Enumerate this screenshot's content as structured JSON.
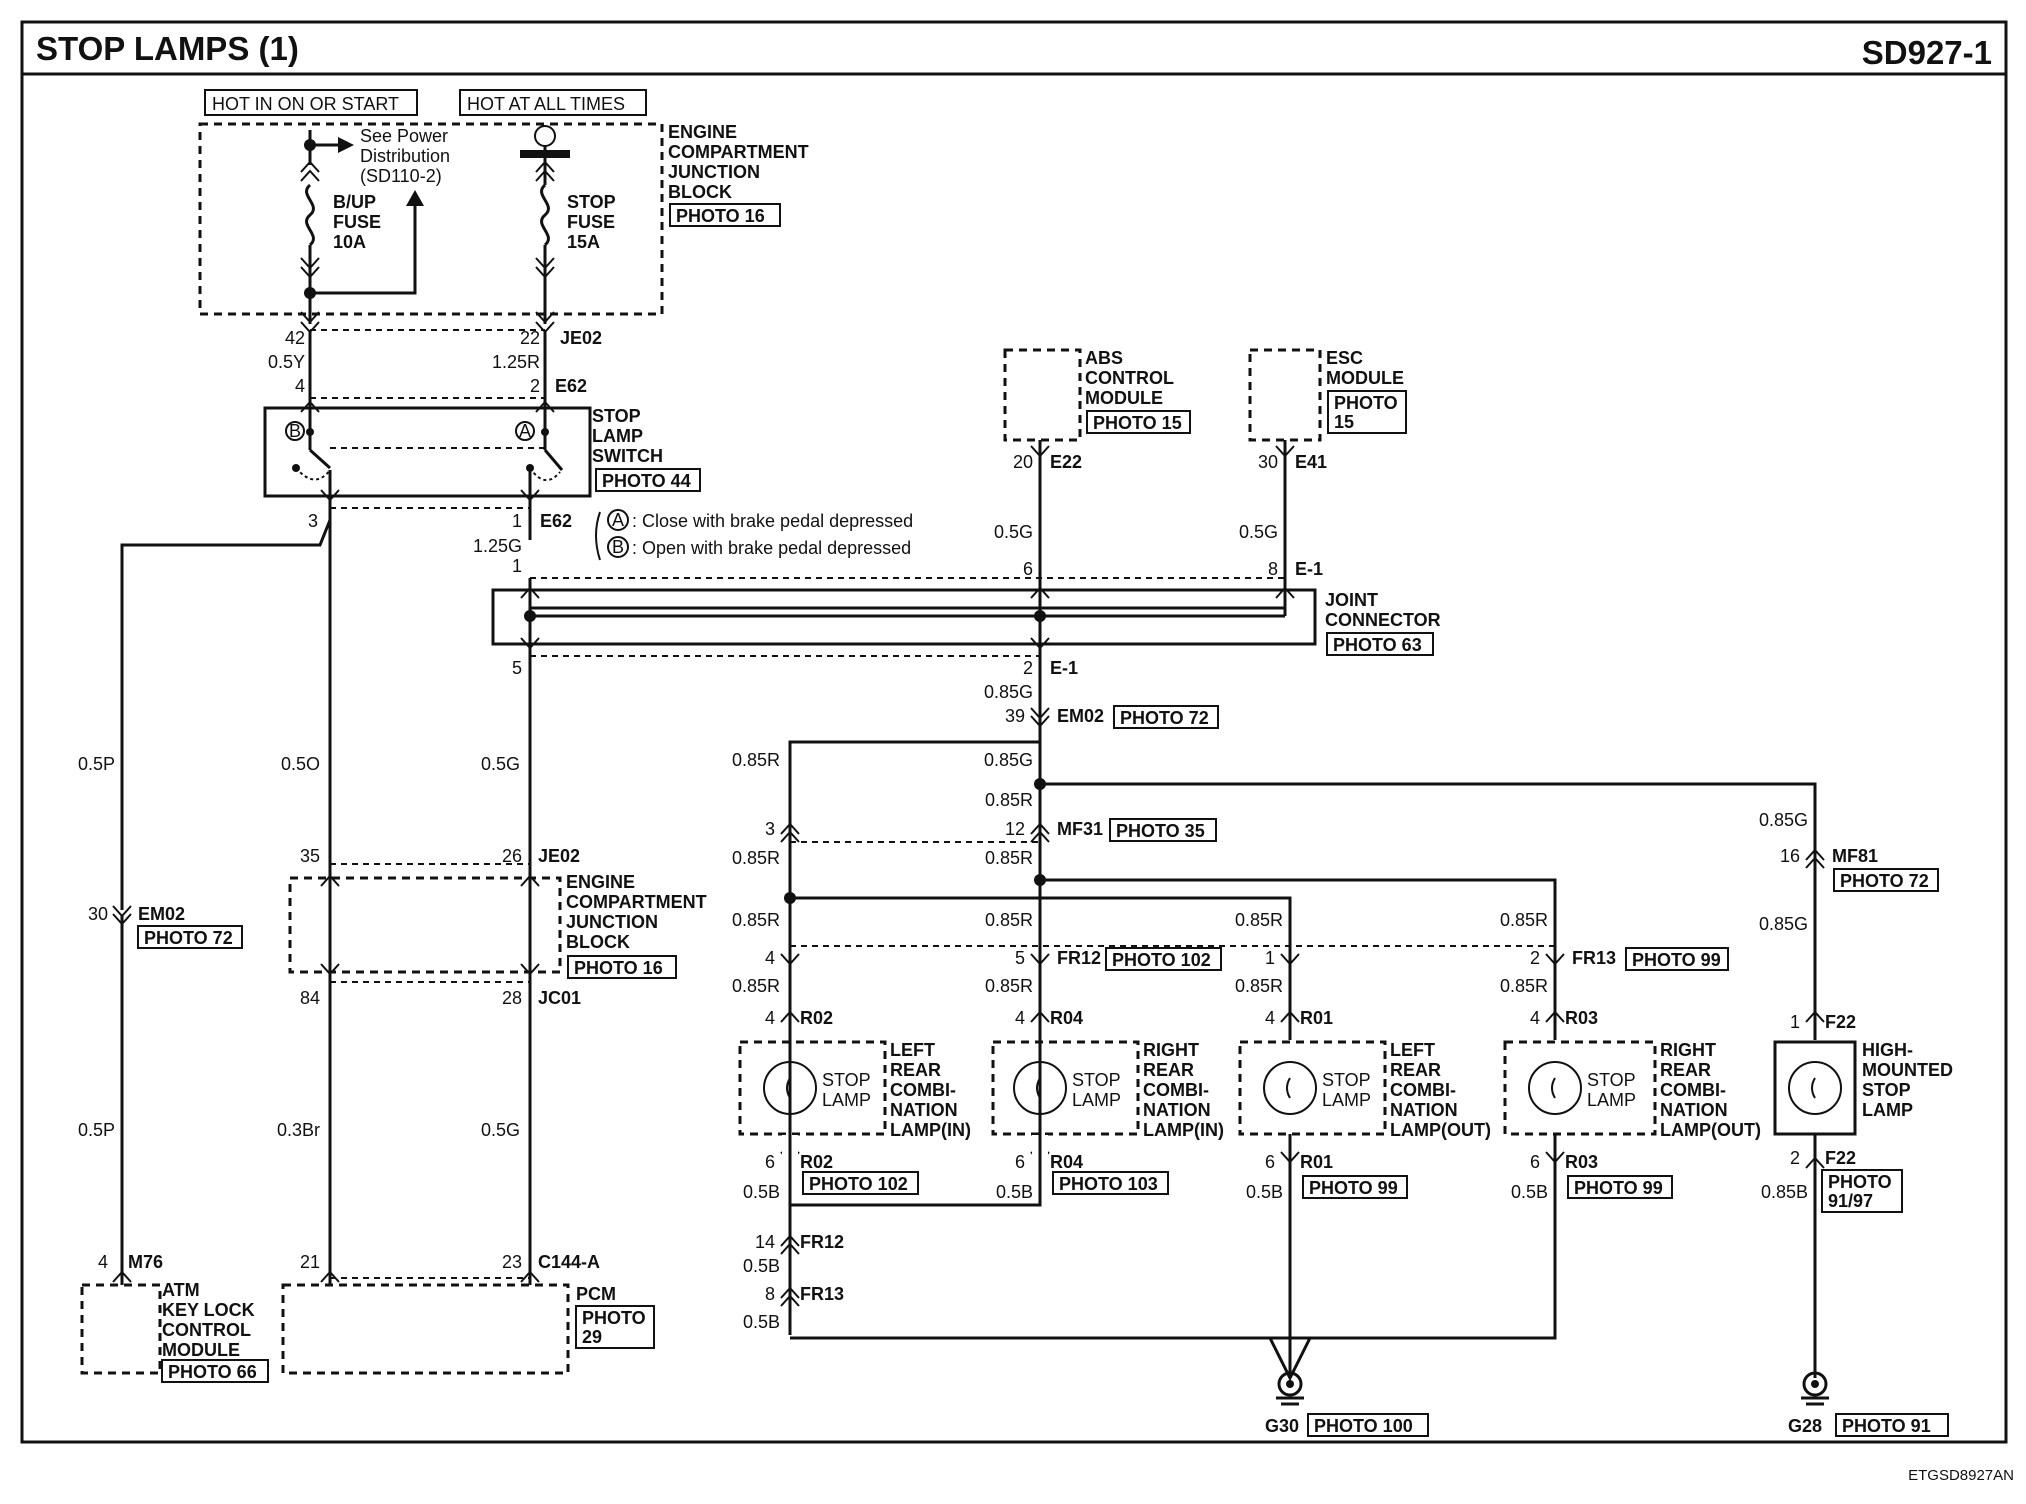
{
  "header": {
    "title": "STOP LAMPS (1)",
    "code": "SD927-1"
  },
  "footer": {
    "code": "ETGSD8927AN"
  },
  "power": {
    "hot_on_start": "HOT IN ON OR START",
    "hot_all": "HOT AT ALL TIMES"
  },
  "ecjb_top": {
    "see_power": [
      "See Power",
      "Distribution",
      "(SD110-2)"
    ],
    "bup_fuse": [
      "B/UP",
      "FUSE",
      "10A"
    ],
    "stop_fuse": [
      "STOP",
      "FUSE",
      "15A"
    ],
    "name": [
      "ENGINE",
      "COMPARTMENT",
      "JUNCTION",
      "BLOCK"
    ],
    "photo": "PHOTO 16"
  },
  "pins": {
    "p42": "42",
    "p22": "22",
    "je02": "JE02",
    "w05y": "0.5Y",
    "w125r": "1.25R",
    "p4": "4",
    "p2": "2",
    "e62": "E62",
    "p3": "3",
    "p1a": "1",
    "e62b": "E62",
    "w125g": "1.25G",
    "p1b": "1",
    "p20": "20",
    "e22": "E22",
    "p30": "30",
    "e41": "E41",
    "w05g_abs": "0.5G",
    "w05g_esc": "0.5G",
    "p6j": "6",
    "p8j": "8",
    "e1a": "E-1",
    "p5j": "5",
    "p2j": "2",
    "e1b": "E-1",
    "w085g_a": "0.85G",
    "p39": "39",
    "em02": "EM02",
    "w085r_a": "0.85R",
    "w085g_b": "0.85G",
    "w085r_b": "0.85R",
    "p3m": "3",
    "p12m": "12",
    "mf31": "MF31",
    "w085r_c": "0.85R",
    "w085r_d": "0.85R",
    "w085g_c": "0.85G",
    "p16": "16",
    "mf81": "MF81",
    "w085g_d": "0.85G",
    "w05p_a": "0.5P",
    "w05o": "0.5O",
    "w05g_a": "0.5G",
    "p35": "35",
    "p26": "26",
    "je02b": "JE02",
    "p30e": "30",
    "em02b": "EM02",
    "p84": "84",
    "p28": "28",
    "jc01": "JC01",
    "w05p_b": "0.5P",
    "w03br": "0.3Br",
    "w05g_b": "0.5G",
    "p4m": "4",
    "m76": "M76",
    "p21": "21",
    "p23": "23",
    "c144a": "C144-A",
    "w085r_e": "0.85R",
    "w085r_f": "0.85R",
    "w085r_g": "0.85R",
    "w085r_h": "0.85R",
    "p4f": "4",
    "p5f": "5",
    "fr12": "FR12",
    "p1f": "1",
    "p2f": "2",
    "fr13": "FR13",
    "w085r_i": "0.85R",
    "w085r_j": "0.85R",
    "w085r_k": "0.85R",
    "w085r_l": "0.85R",
    "p4r02": "4",
    "r02": "R02",
    "p4r04": "4",
    "r04": "R04",
    "p4r01": "4",
    "r01": "R01",
    "p4r03": "4",
    "r03": "R03",
    "p1f22": "1",
    "f22": "F22",
    "p6r02": "6",
    "r02b": "R02",
    "p6r04": "6",
    "r04b": "R04",
    "p6r01": "6",
    "r01b": "R01",
    "p6r03": "6",
    "r03b": "R03",
    "p2f22": "2",
    "f22b": "F22",
    "w05b_a": "0.5B",
    "w05b_b": "0.5B",
    "w05b_c": "0.5B",
    "w05b_d": "0.5B",
    "w085b": "0.85B",
    "p14": "14",
    "fr12b": "FR12",
    "w05b_e": "0.5B",
    "p8": "8",
    "fr13b": "FR13",
    "w05b_f": "0.5B",
    "g30": "G30",
    "g28": "G28"
  },
  "switch": {
    "name": [
      "STOP",
      "LAMP",
      "SWITCH"
    ],
    "photo": "PHOTO 44",
    "a": "A",
    "b": "B",
    "note_a": ": Close with brake pedal depressed",
    "note_b": ": Open with brake pedal depressed"
  },
  "abs": {
    "name": [
      "ABS",
      "CONTROL",
      "MODULE"
    ],
    "photo": "PHOTO 15"
  },
  "esc": {
    "name": [
      "ESC",
      "MODULE"
    ],
    "photo": [
      "PHOTO",
      "15"
    ]
  },
  "joint": {
    "name": [
      "JOINT",
      "CONNECTOR"
    ],
    "photo": "PHOTO 63"
  },
  "photos": {
    "em02": "PHOTO 72",
    "mf31": "PHOTO 35",
    "mf81": "PHOTO 72",
    "em02_left": "PHOTO 72",
    "fr12": "PHOTO 102",
    "fr13": "PHOTO 99",
    "r02": "PHOTO 102",
    "r04": "PHOTO 103",
    "r01": "PHOTO 99",
    "r03": "PHOTO 99",
    "f22": [
      "PHOTO",
      "91/97"
    ],
    "g30": "PHOTO 100",
    "g28": "PHOTO 91"
  },
  "ecjb_mid": {
    "name": [
      "ENGINE",
      "COMPARTMENT",
      "JUNCTION",
      "BLOCK"
    ],
    "photo": "PHOTO 16"
  },
  "atm": {
    "name": [
      "ATM",
      "KEY LOCK",
      "CONTROL",
      "MODULE"
    ],
    "photo": "PHOTO 66"
  },
  "pcm": {
    "name": "PCM",
    "photo": [
      "PHOTO",
      "29"
    ]
  },
  "lamps": {
    "stop": [
      "STOP",
      "LAMP"
    ],
    "left_in": [
      "LEFT",
      "REAR",
      "COMBI-",
      "NATION",
      "LAMP(IN)"
    ],
    "right_in": [
      "RIGHT",
      "REAR",
      "COMBI-",
      "NATION",
      "LAMP(IN)"
    ],
    "left_out": [
      "LEFT",
      "REAR",
      "COMBI-",
      "NATION",
      "LAMP(OUT)"
    ],
    "right_out": [
      "RIGHT",
      "REAR",
      "COMBI-",
      "NATION",
      "LAMP(OUT)"
    ],
    "high": [
      "HIGH-",
      "MOUNTED",
      "STOP",
      "LAMP"
    ]
  }
}
